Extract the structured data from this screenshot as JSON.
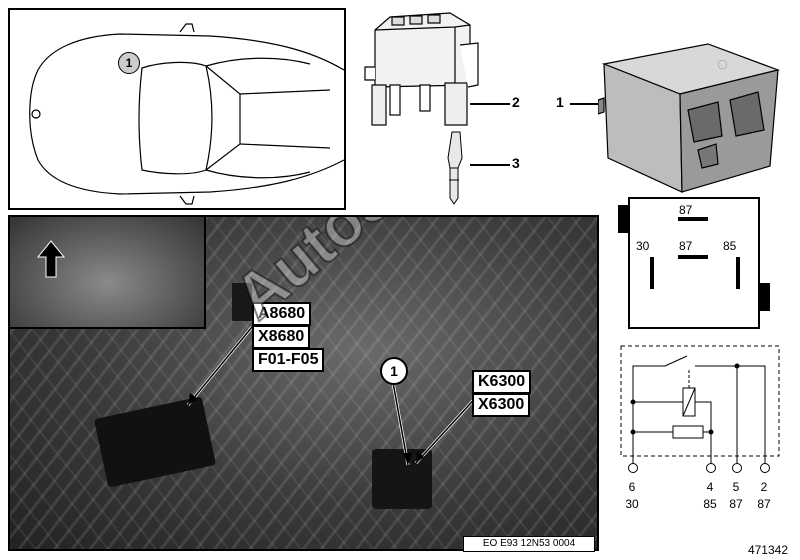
{
  "callouts": {
    "part1": "1",
    "part2": "2",
    "part3": "3",
    "location": "1",
    "photo_location": "1"
  },
  "connector_labels": {
    "module": [
      "A8680",
      "X8680",
      "F01-F05"
    ],
    "relay": [
      "K6300",
      "X6300"
    ]
  },
  "relay_face": {
    "top": "87",
    "left": "30",
    "center": "87",
    "right": "85"
  },
  "schematic_pins": {
    "numbers": [
      "6",
      "4",
      "5",
      "2"
    ],
    "terminals": [
      "30",
      "85",
      "87",
      "87"
    ]
  },
  "watermark": "AutoSoft",
  "photo_code": "EO E93 12N53 0004",
  "diagram_number": "471342"
}
